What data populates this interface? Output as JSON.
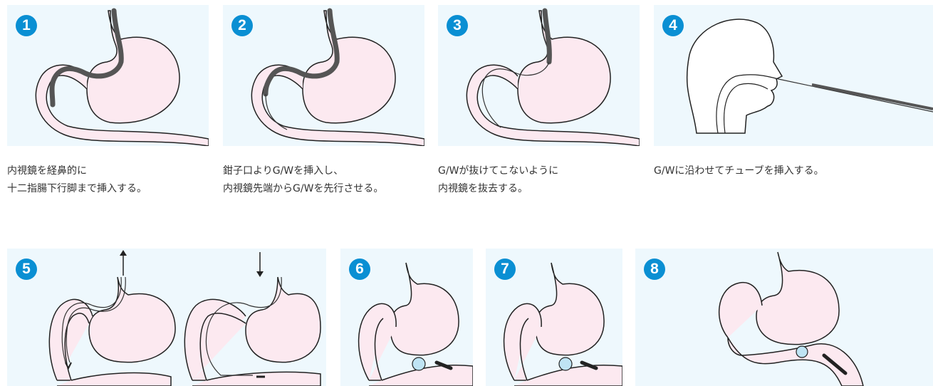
{
  "colors": {
    "panel_bg": "#eef8fd",
    "badge": "#0a8fd3",
    "organ_fill": "#fce9f0",
    "outline": "#222222",
    "scope": "#555555",
    "balloon": "#bfe4f4"
  },
  "steps": [
    {
      "number": "1",
      "lines": [
        "内視鏡を経鼻的に",
        "十二指腸下行脚まで挿入する。"
      ]
    },
    {
      "number": "2",
      "lines": [
        "鉗子口よりG/Wを挿入し、",
        "内視鏡先端からG/Wを先行させる。"
      ]
    },
    {
      "number": "3",
      "lines": [
        "G/Wが抜けてこないように",
        "内視鏡を抜去する。"
      ]
    },
    {
      "number": "4",
      "lines": [
        "G/Wに沿わせてチューブを挿入する。"
      ]
    },
    {
      "number": "5",
      "lines": []
    },
    {
      "number": "6",
      "lines": []
    },
    {
      "number": "7",
      "lines": []
    },
    {
      "number": "8",
      "lines": []
    }
  ]
}
